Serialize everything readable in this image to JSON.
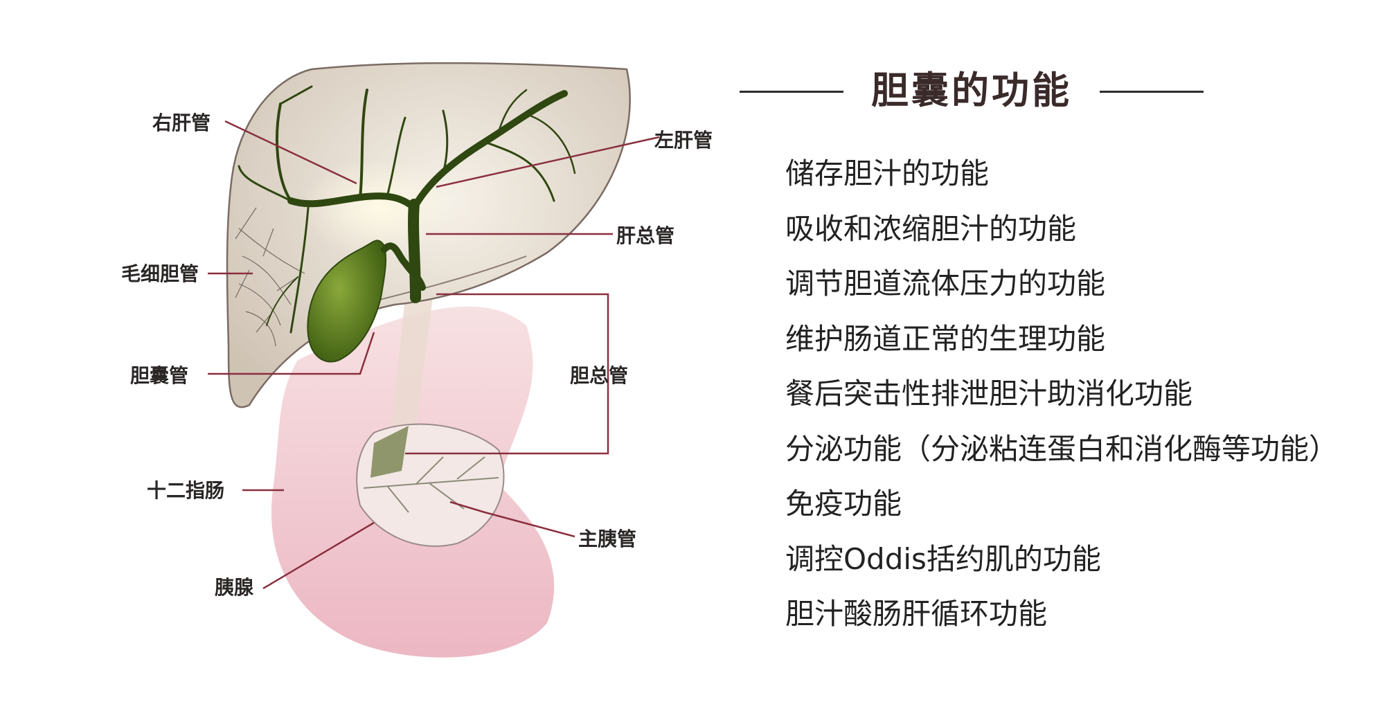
{
  "title": "胆囊的功能",
  "functions": [
    "储存胆汁的功能",
    "吸收和浓缩胆汁的功能",
    "调节胆道流体压力的功能",
    "维护肠道正常的生理功能",
    "餐后突击性排泄胆汁助消化功能",
    "分泌功能（分泌粘连蛋白和消化酶等功能）",
    "免疫功能",
    "调控Oddis括约肌的功能",
    "胆汁酸肠肝循环功能"
  ],
  "anatomy_labels": {
    "right_hepatic_duct": "右肝管",
    "left_hepatic_duct": "左肝管",
    "common_hepatic_duct": "肝总管",
    "bile_capillaries": "毛细胆管",
    "cystic_duct": "胆囊管",
    "common_bile_duct": "胆总管",
    "duodenum": "十二指肠",
    "main_pancreatic_duct": "主胰管",
    "pancreas": "胰腺"
  },
  "colors": {
    "liver": "#d9cfc2",
    "gallbladder": "#5a7a1e",
    "bile_duct": "#3e5c12",
    "duodenum": "#f0c7cf",
    "leader_line": "#8a2f3f"
  }
}
